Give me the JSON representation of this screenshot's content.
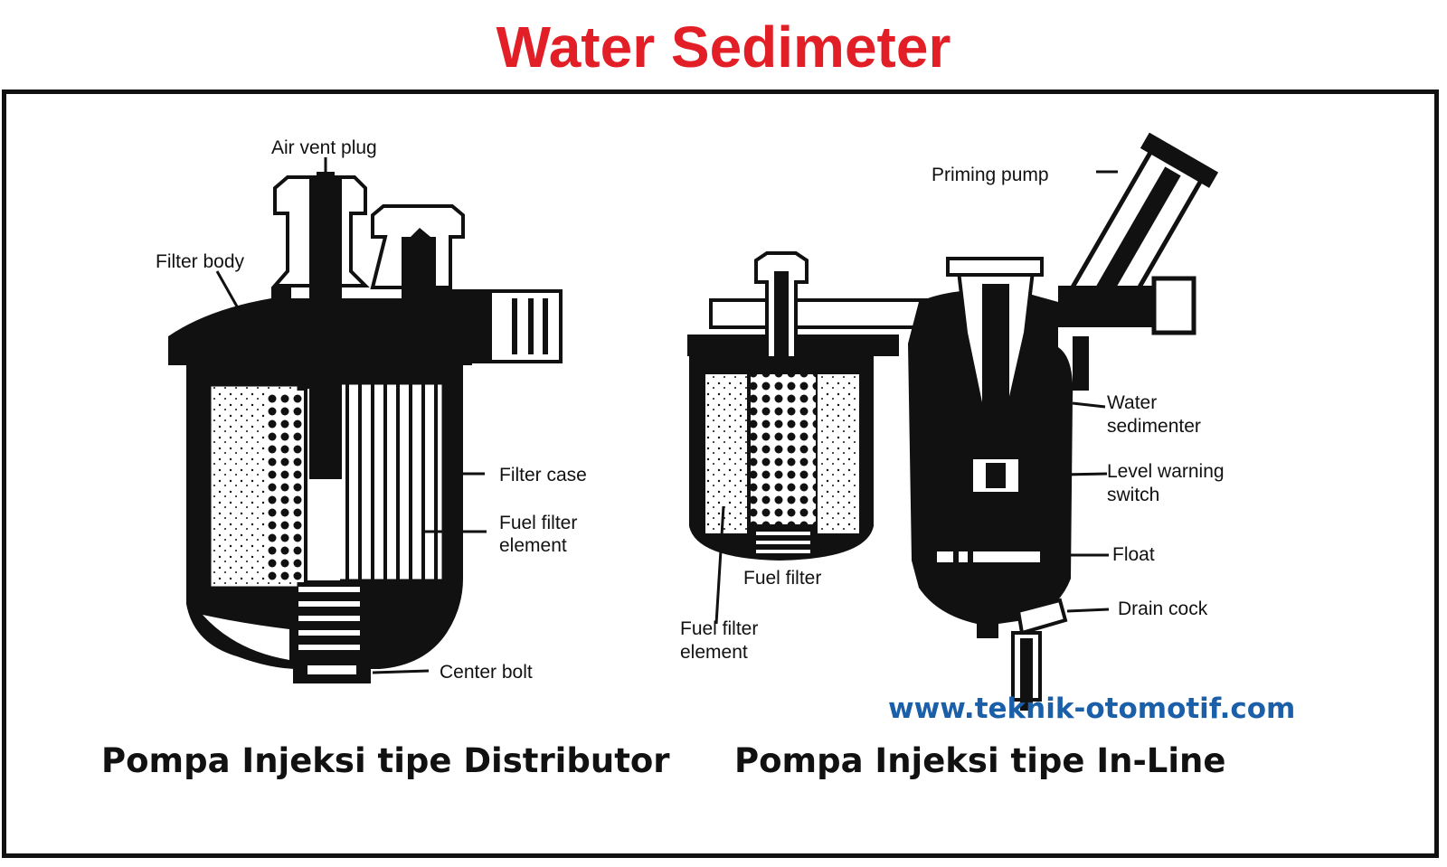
{
  "title": "Water Sedimeter",
  "captions": {
    "left": "Pompa Injeksi tipe Distributor",
    "right": "Pompa Injeksi tipe In-Line"
  },
  "website": "www.teknik-otomotif.com",
  "labels": {
    "left": {
      "air_vent_plug": "Air vent plug",
      "filter_body": "Filter body",
      "filter_case": "Filter case",
      "fuel_filter_element_1": "Fuel filter",
      "fuel_filter_element_2": "element",
      "center_bolt": "Center bolt"
    },
    "right": {
      "priming_pump": "Priming pump",
      "water_sedimenter_1": "Water",
      "water_sedimenter_2": "sedimenter",
      "level_warning_switch_1": "Level warning",
      "level_warning_switch_2": "switch",
      "float": "Float",
      "drain_cock": "Drain cock",
      "fuel_filter": "Fuel filter",
      "fuel_filter_element_1": "Fuel filter",
      "fuel_filter_element_2": "element"
    }
  },
  "colors": {
    "title": "#e21f26",
    "website": "#1a5fa8",
    "ink": "#111111"
  }
}
